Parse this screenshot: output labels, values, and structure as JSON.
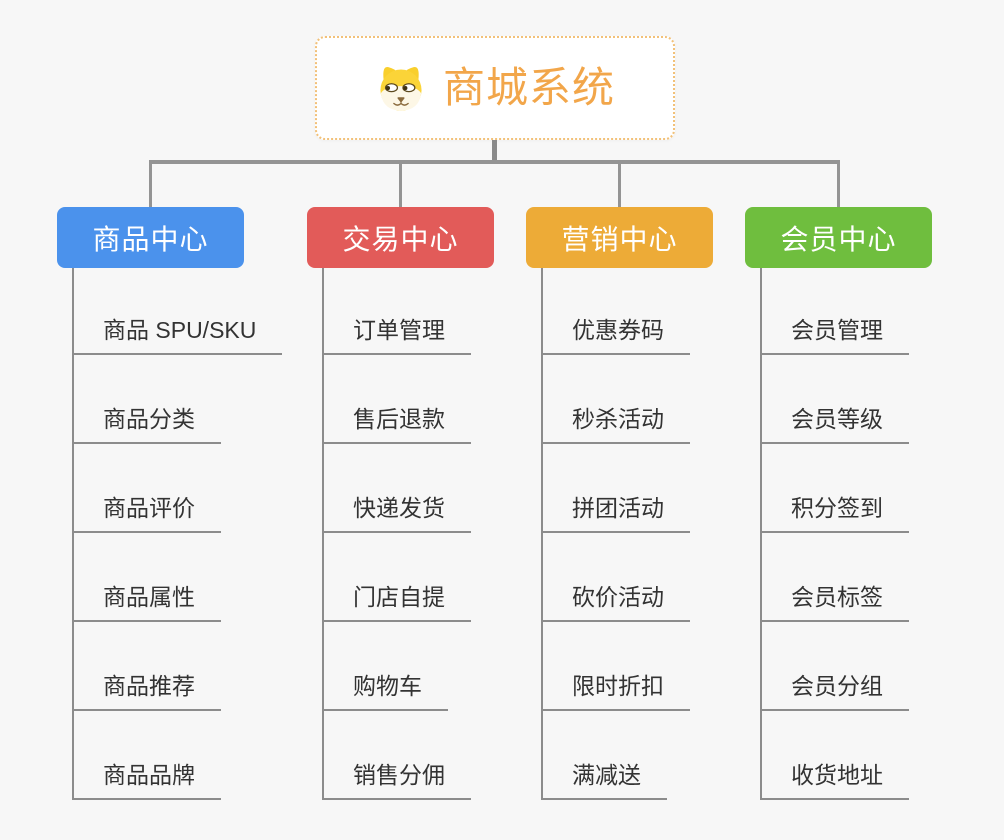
{
  "root": {
    "title": "商城系统",
    "icon": "dog-face-icon",
    "title_color": "#f2a64a",
    "border_color": "#f2c179"
  },
  "connector_color": "#949494",
  "leaf_line_color": "#8c8c8c",
  "branches": [
    {
      "label": "商品中心",
      "color": "#4b92ec",
      "children": [
        "商品 SPU/SKU",
        "商品分类",
        "商品评价",
        "商品属性",
        "商品推荐",
        "商品品牌"
      ]
    },
    {
      "label": "交易中心",
      "color": "#e25b59",
      "children": [
        "订单管理",
        "售后退款",
        "快递发货",
        "门店自提",
        "购物车",
        "销售分佣"
      ]
    },
    {
      "label": "营销中心",
      "color": "#edab37",
      "children": [
        "优惠券码",
        "秒杀活动",
        "拼团活动",
        "砍价活动",
        "限时折扣",
        "满减送"
      ]
    },
    {
      "label": "会员中心",
      "color": "#6fbe3e",
      "children": [
        "会员管理",
        "会员等级",
        "积分签到",
        "会员标签",
        "会员分组",
        "收货地址"
      ]
    }
  ]
}
